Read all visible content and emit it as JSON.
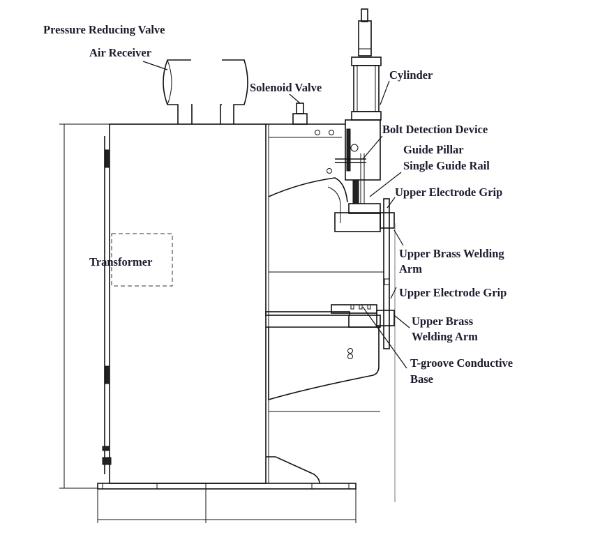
{
  "diagram": {
    "labels": {
      "pressure_reducing_valve": "Pressure Reducing Valve",
      "air_receiver": "Air Receiver",
      "solenoid_valve": "Solenoid Valve",
      "cylinder": "Cylinder",
      "bolt_detection_device": "Bolt Detection Device",
      "guide_pillar": "Guide Pillar",
      "single_guide_rail": "Single Guide Rail",
      "upper_electrode_grip_1": "Upper Electrode Grip",
      "upper_brass_welding_arm_1_line1": "Upper Brass Welding",
      "upper_brass_welding_arm_1_line2": "Arm",
      "transformer": "Transformer",
      "upper_electrode_grip_2": "Upper Electrode Grip",
      "upper_brass_welding_arm_2_line1": "Upper Brass",
      "upper_brass_welding_arm_2_line2": "Welding Arm",
      "t_groove_base_line1": "T-groove Conductive",
      "t_groove_base_line2": "Base"
    }
  }
}
